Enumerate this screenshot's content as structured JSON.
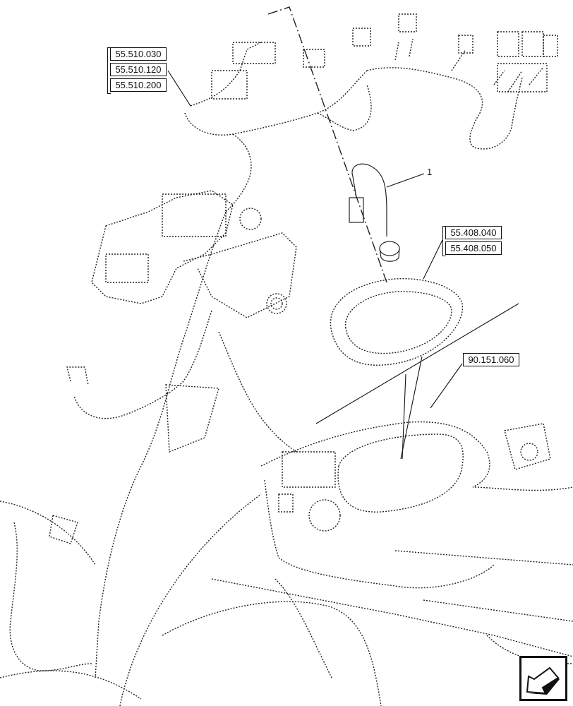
{
  "references": {
    "harness_refs": [
      "55.510.030",
      "55.510.120",
      "55.510.200"
    ],
    "bezel_refs": [
      "55.408.040",
      "55.408.050"
    ],
    "dash_ref": "90.151.060"
  },
  "callouts": {
    "item_1": "1"
  },
  "colors": {
    "line": "#111111",
    "dotted": "#222222",
    "background": "#ffffff"
  },
  "icons": {
    "nav": "next-page-arrow-icon"
  }
}
